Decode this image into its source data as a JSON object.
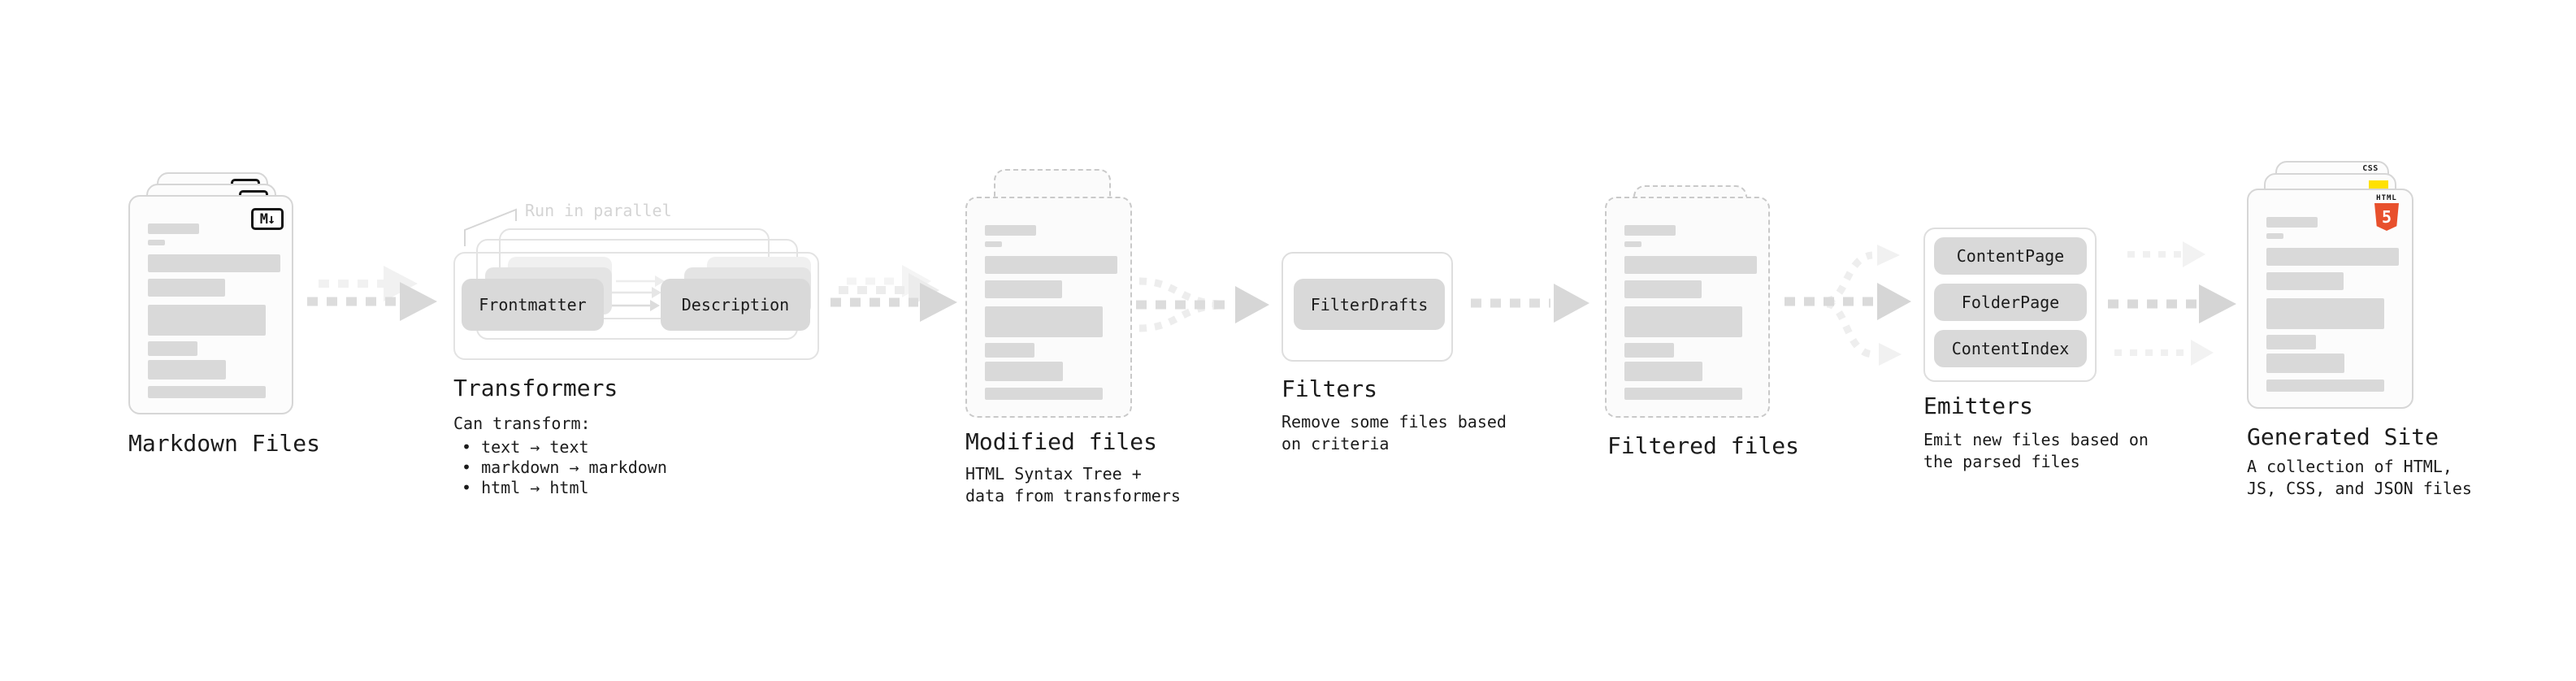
{
  "diagram": {
    "markdown": {
      "label": "Markdown Files",
      "badge": "M↓"
    },
    "transformers": {
      "annotation": "Run in parallel",
      "node_left": "Frontmatter",
      "node_right": "Description",
      "label": "Transformers",
      "desc_title": "Can transform:",
      "bullets": [
        "• text → text",
        "• markdown → markdown",
        "• html → html"
      ]
    },
    "modified": {
      "label": "Modified files",
      "desc": "HTML Syntax Tree +\ndata from transformers"
    },
    "filters": {
      "label": "Filters",
      "node": "FilterDrafts",
      "desc": "Remove some files based\non criteria"
    },
    "filtered": {
      "label": "Filtered files"
    },
    "emitters": {
      "label": "Emitters",
      "nodes": [
        "ContentPage",
        "FolderPage",
        "ContentIndex"
      ],
      "desc": "Emit new files based on\nthe parsed files"
    },
    "generated": {
      "label": "Generated Site",
      "desc": "A collection of HTML,\nJS, CSS, and JSON files",
      "css_badge": "CSS",
      "html_badge": "HTML",
      "html5_number": "5"
    }
  },
  "colors": {
    "text": "#1c1c1c",
    "node_gray": "#d9d9d9",
    "placeholder_gray": "#d9d9d9",
    "arrow_gray": "#dbdbdb",
    "arrow_ghost": "#f0f0f0",
    "html5_orange": "#e8502c",
    "js_yellow": "#ffe103",
    "css_blue": "#2864f0"
  }
}
